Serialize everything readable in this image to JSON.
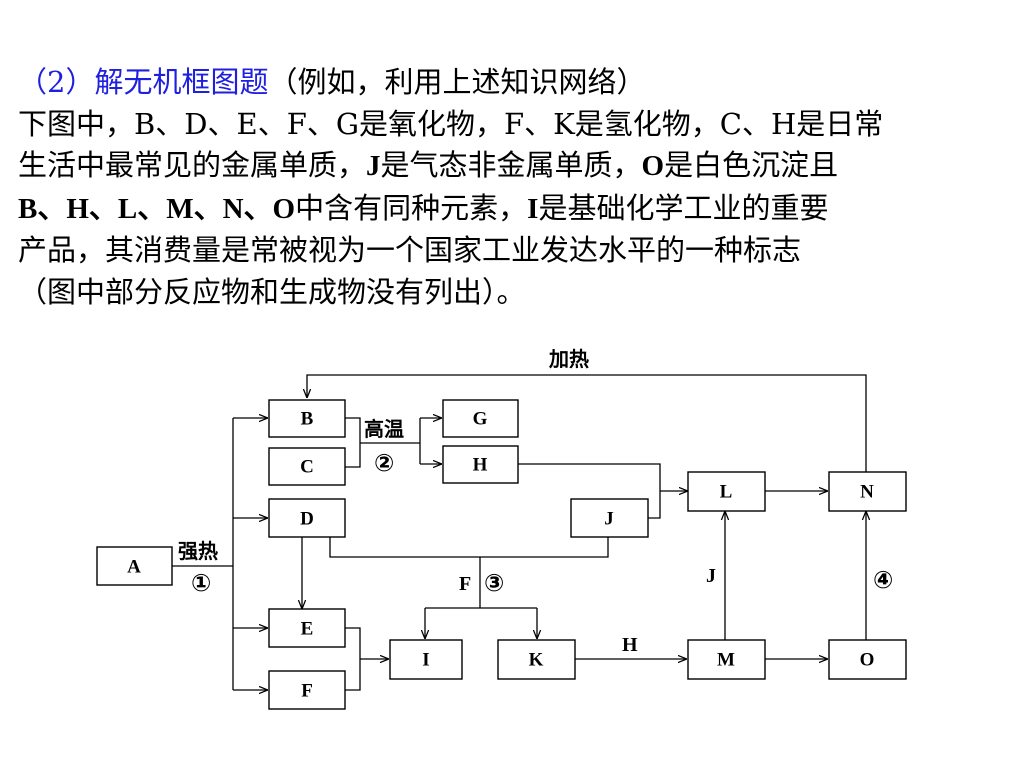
{
  "intro": {
    "heading": "（2）解无机框图题",
    "heading_note": "（例如，利用上述知识网络）",
    "line1": "下图中，B、D、E、F、G是氧化物，F、K是氢化物，C、H是日常",
    "line2_a": "生活中最常见的金属单质，",
    "line2_b": "J",
    "line2_c": "是气态非金属单质，",
    "line2_d": "O",
    "line2_e": "是白色沉淀且",
    "line3_a": "B、H、L、M、N、O",
    "line3_b": "中含有同种元素，",
    "line3_c": "I",
    "line3_d": "是基础化学工业的重要",
    "line4": "产品，其消费量是常被视为一个国家工业发达水平的一种标志",
    "line5": "（图中部分反应物和生成物没有列出）。"
  },
  "diagram": {
    "nodes": {
      "A": "A",
      "B": "B",
      "C": "C",
      "D": "D",
      "E": "E",
      "F": "F",
      "G": "G",
      "H": "H",
      "I": "I",
      "J": "J",
      "K": "K",
      "L": "L",
      "M": "M",
      "N": "N",
      "O": "O"
    },
    "labels": {
      "heat": "加热",
      "strong_heat": "强热",
      "step1": "①",
      "high_temp": "高温",
      "step2": "②",
      "f_label": "F",
      "step3": "③",
      "h_label": "H",
      "j_label": "J",
      "step4": "④"
    },
    "colors": {
      "heading": "#1f1fe0",
      "ink": "#000000"
    }
  }
}
